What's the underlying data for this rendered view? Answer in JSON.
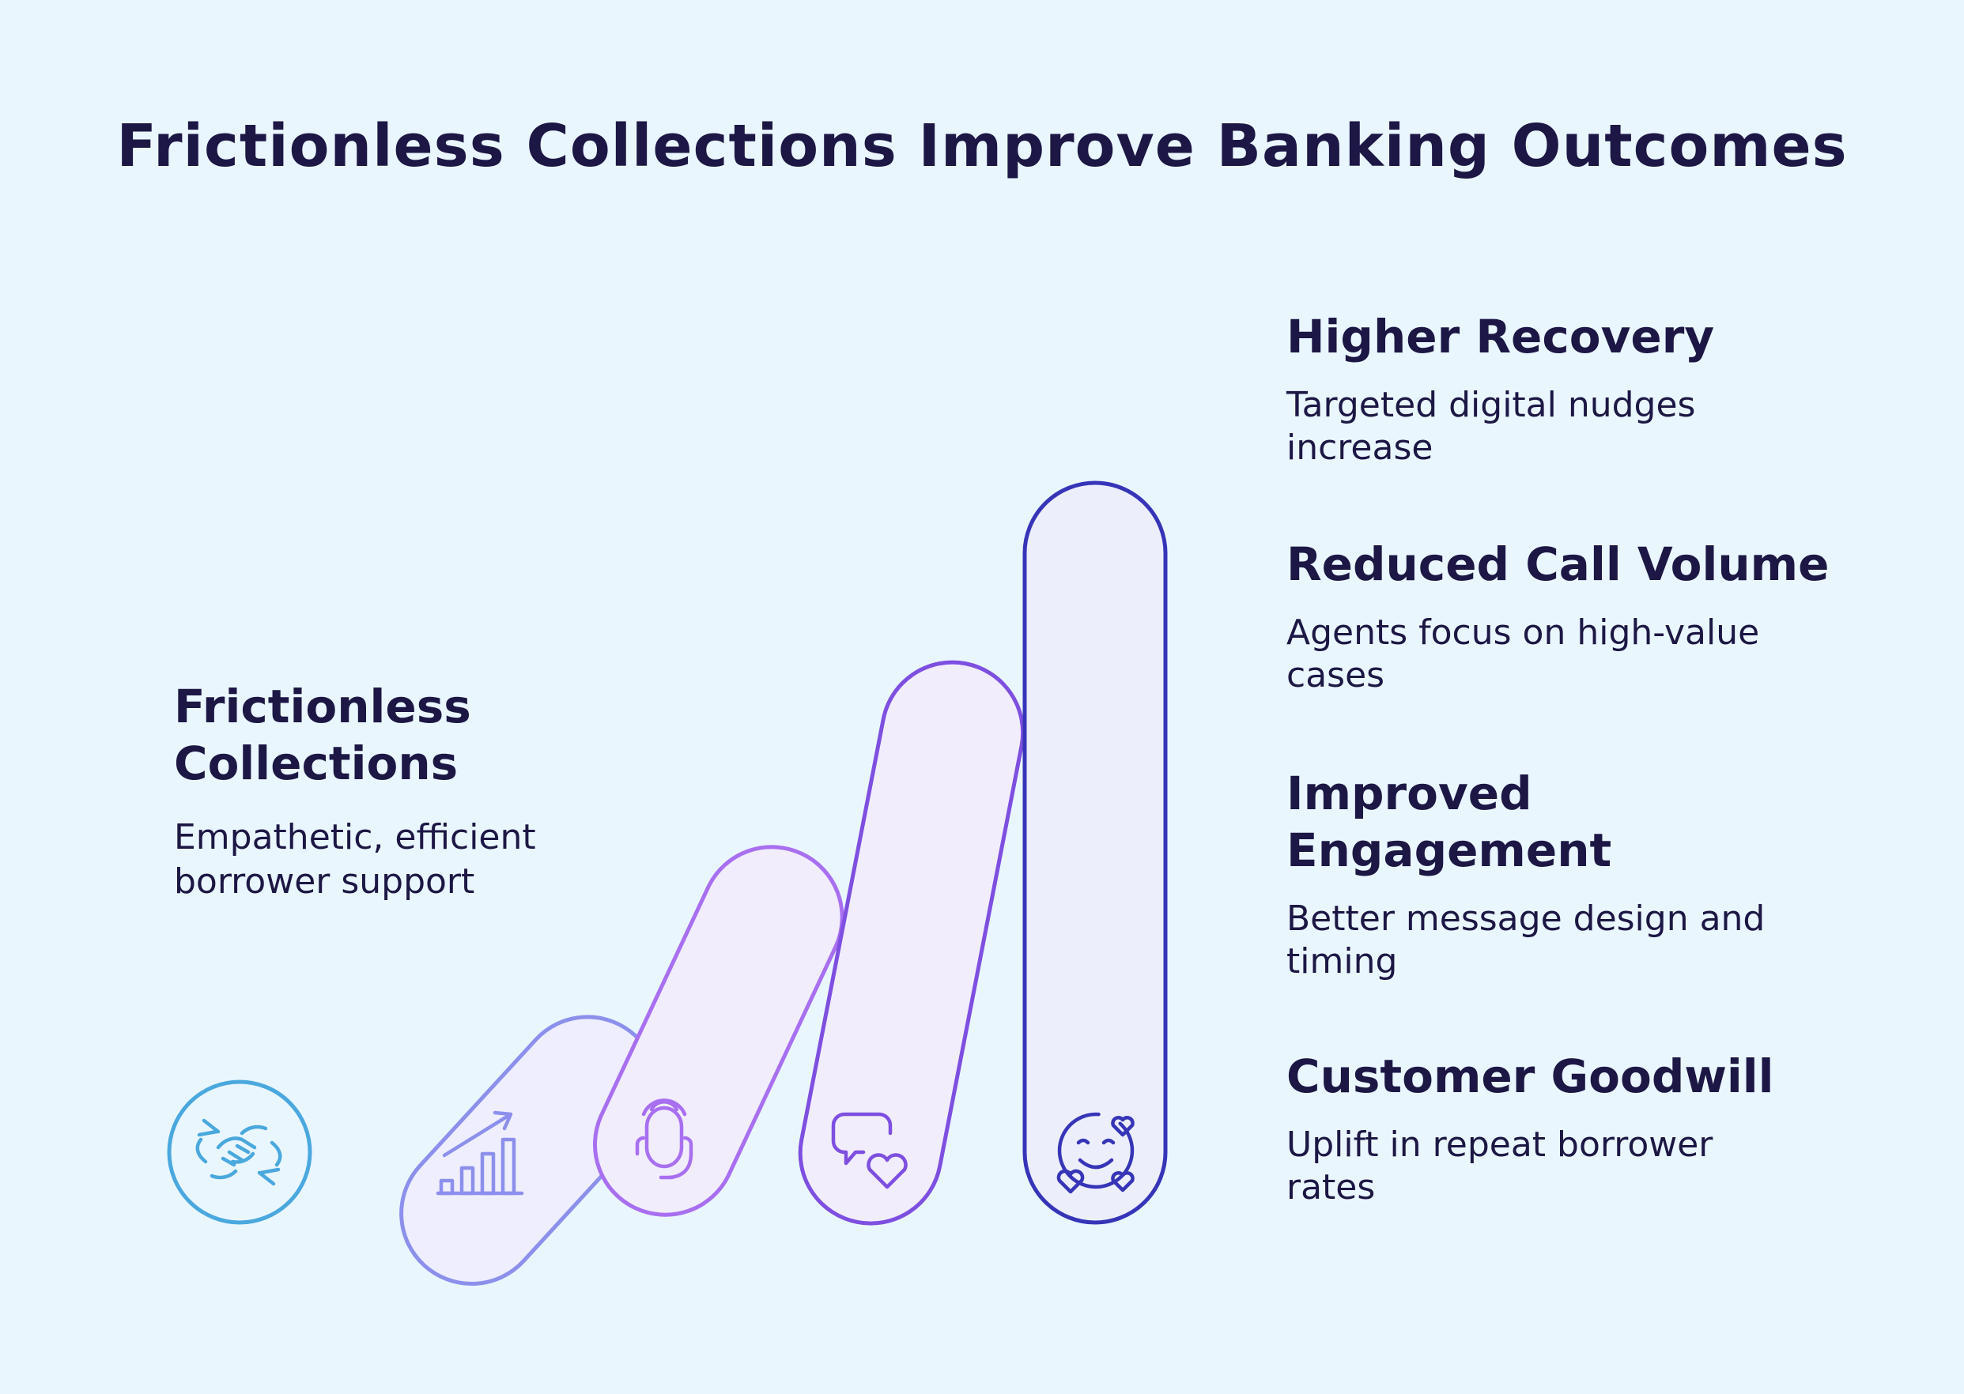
{
  "title": "Frictionless Collections Improve Banking Outcomes",
  "source": {
    "heading_line1": "Frictionless",
    "heading_line2": "Collections",
    "desc_line1": "Empathetic, efficient",
    "desc_line2": "borrower support"
  },
  "outcomes": [
    {
      "heading_line1": "Higher Recovery",
      "heading_line2": "",
      "desc_line1": "Targeted digital nudges",
      "desc_line2": "increase",
      "icon": "growth-chart-icon",
      "color": "#8c90ec"
    },
    {
      "heading_line1": "Reduced Call Volume",
      "heading_line2": "",
      "desc_line1": "Agents focus on high-value",
      "desc_line2": "cases",
      "icon": "headset-icon",
      "color": "#a86ff0"
    },
    {
      "heading_line1": "Improved",
      "heading_line2": "Engagement",
      "desc_line1": "Better message design and",
      "desc_line2": "timing",
      "icon": "chat-heart-icon",
      "color": "#7e4fe0"
    },
    {
      "heading_line1": "Customer Goodwill",
      "heading_line2": "",
      "desc_line1": "Uplift in repeat borrower",
      "desc_line2": "rates",
      "icon": "smile-hearts-icon",
      "color": "#3635b8"
    }
  ],
  "colors": {
    "background": "#eaf6fe",
    "text": "#1c1745",
    "handshake": "#4aa8df"
  }
}
